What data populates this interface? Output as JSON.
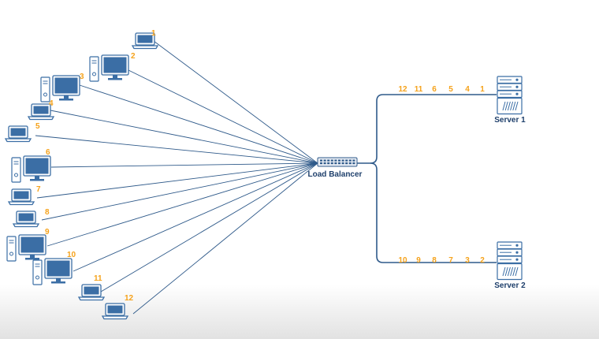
{
  "load_balancer": {
    "label": "Load Balancer",
    "icon": "network-switch-icon"
  },
  "colors": {
    "wire": "#2f5a8a",
    "device": "#3b6ea5",
    "number": "#f5a21b",
    "label": "#1e3f6b"
  },
  "clients": [
    {
      "id": "1",
      "type": "laptop"
    },
    {
      "id": "2",
      "type": "desktop"
    },
    {
      "id": "3",
      "type": "desktop"
    },
    {
      "id": "4",
      "type": "laptop"
    },
    {
      "id": "5",
      "type": "laptop"
    },
    {
      "id": "6",
      "type": "desktop"
    },
    {
      "id": "7",
      "type": "laptop"
    },
    {
      "id": "8",
      "type": "laptop"
    },
    {
      "id": "9",
      "type": "desktop"
    },
    {
      "id": "10",
      "type": "desktop"
    },
    {
      "id": "11",
      "type": "laptop"
    },
    {
      "id": "12",
      "type": "laptop"
    }
  ],
  "servers": [
    {
      "label": "Server 1",
      "icon": "server-icon",
      "queue": [
        "12",
        "11",
        "6",
        "5",
        "4",
        "1"
      ]
    },
    {
      "label": "Server 2",
      "icon": "server-icon",
      "queue": [
        "10",
        "9",
        "8",
        "7",
        "3",
        "2"
      ]
    }
  ]
}
